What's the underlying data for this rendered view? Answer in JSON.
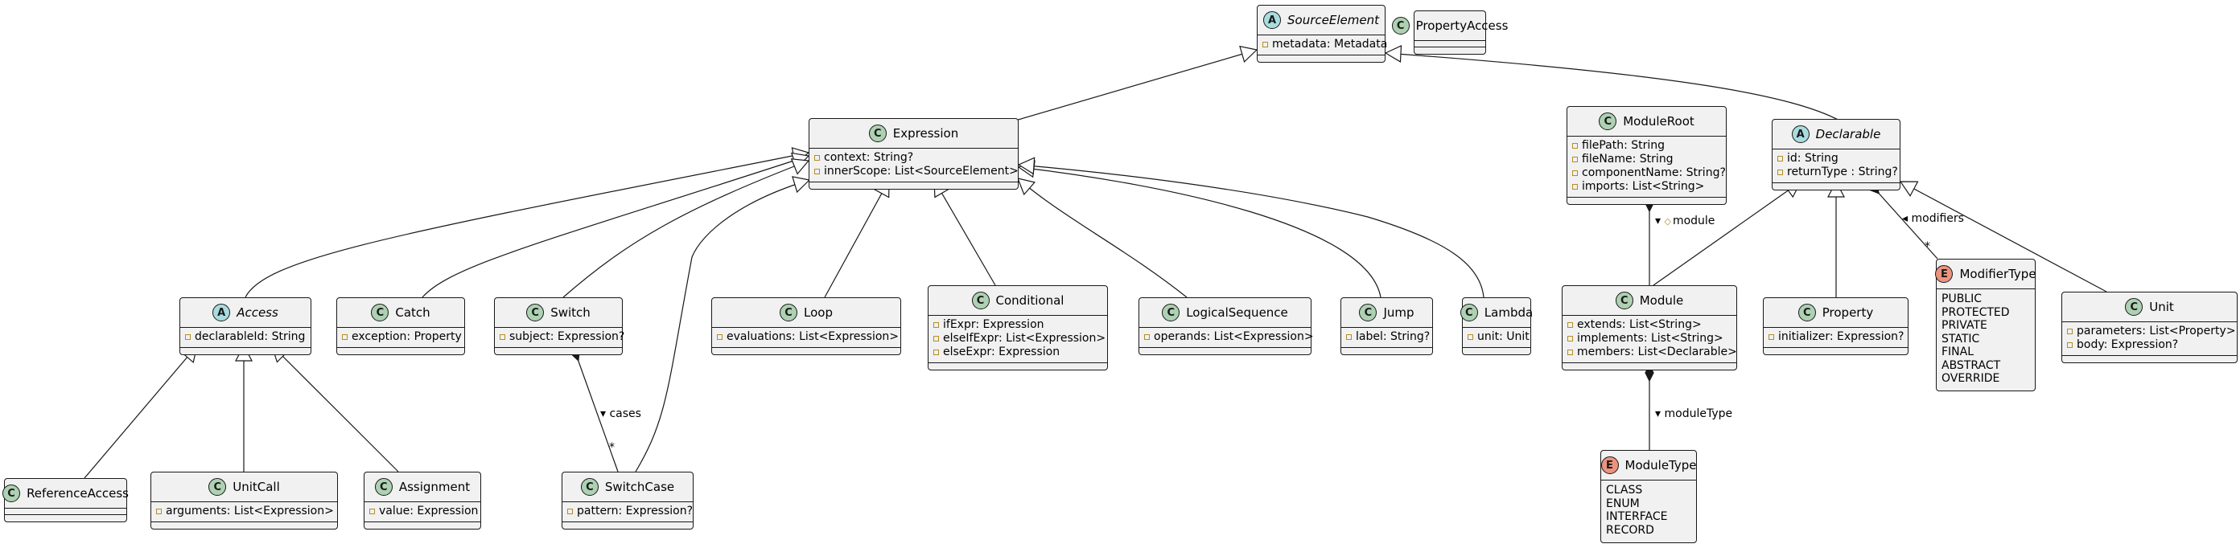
{
  "diagram": {
    "classes": [
      {
        "id": "SourceElement",
        "name": "SourceElement",
        "kind": "abstract",
        "attributes": [
          "metadata: Metadata"
        ]
      },
      {
        "id": "PropertyAccess",
        "name": "PropertyAccess",
        "kind": "class",
        "attributes": []
      },
      {
        "id": "Expression",
        "name": "Expression",
        "kind": "class",
        "attributes": [
          "context: String?",
          "innerScope: List<SourceElement>"
        ]
      },
      {
        "id": "ModuleRoot",
        "name": "ModuleRoot",
        "kind": "class",
        "attributes": [
          "filePath: String",
          "fileName: String",
          "componentName: String?",
          "imports: List<String>"
        ]
      },
      {
        "id": "Declarable",
        "name": "Declarable",
        "kind": "abstract",
        "attributes": [
          "id: String",
          "returnType : String?"
        ]
      },
      {
        "id": "Access",
        "name": "Access",
        "kind": "abstract",
        "attributes": [
          "declarableId: String"
        ]
      },
      {
        "id": "Catch",
        "name": "Catch",
        "kind": "class",
        "attributes": [
          "exception: Property"
        ]
      },
      {
        "id": "Switch",
        "name": "Switch",
        "kind": "class",
        "attributes": [
          "subject: Expression?"
        ]
      },
      {
        "id": "Loop",
        "name": "Loop",
        "kind": "class",
        "attributes": [
          "evaluations: List<Expression>"
        ]
      },
      {
        "id": "Conditional",
        "name": "Conditional",
        "kind": "class",
        "attributes": [
          "ifExpr: Expression",
          "elseIfExpr: List<Expression>",
          "elseExpr: Expression"
        ]
      },
      {
        "id": "LogicalSequence",
        "name": "LogicalSequence",
        "kind": "class",
        "attributes": [
          "operands: List<Expression>"
        ]
      },
      {
        "id": "Jump",
        "name": "Jump",
        "kind": "class",
        "attributes": [
          "label: String?"
        ]
      },
      {
        "id": "Lambda",
        "name": "Lambda",
        "kind": "class",
        "attributes": [
          "unit: Unit"
        ]
      },
      {
        "id": "Module",
        "name": "Module",
        "kind": "class",
        "attributes": [
          "extends: List<String>",
          "implements: List<String>",
          "members: List<Declarable>"
        ]
      },
      {
        "id": "Property",
        "name": "Property",
        "kind": "class",
        "attributes": [
          "initializer: Expression?"
        ]
      },
      {
        "id": "ModifierType",
        "name": "ModifierType",
        "kind": "enum",
        "values": [
          "PUBLIC",
          "PROTECTED",
          "PRIVATE",
          "STATIC",
          "FINAL",
          "ABSTRACT",
          "OVERRIDE"
        ]
      },
      {
        "id": "Unit",
        "name": "Unit",
        "kind": "class",
        "attributes": [
          "parameters: List<Property>",
          "body: Expression?"
        ]
      },
      {
        "id": "ReferenceAccess",
        "name": "ReferenceAccess",
        "kind": "class",
        "attributes": []
      },
      {
        "id": "UnitCall",
        "name": "UnitCall",
        "kind": "class",
        "attributes": [
          "arguments: List<Expression>"
        ]
      },
      {
        "id": "Assignment",
        "name": "Assignment",
        "kind": "class",
        "attributes": [
          "value: Expression"
        ]
      },
      {
        "id": "SwitchCase",
        "name": "SwitchCase",
        "kind": "class",
        "attributes": [
          "pattern: Expression?"
        ]
      },
      {
        "id": "ModuleType",
        "name": "ModuleType",
        "kind": "enum",
        "values": [
          "CLASS",
          "ENUM",
          "INTERFACE",
          "RECORD"
        ]
      }
    ],
    "relations": [
      {
        "type": "inheritance",
        "from": "Expression",
        "to": "SourceElement"
      },
      {
        "type": "inheritance",
        "from": "Declarable",
        "to": "SourceElement"
      },
      {
        "type": "inheritance",
        "from": "Access",
        "to": "Expression"
      },
      {
        "type": "inheritance",
        "from": "Catch",
        "to": "Expression"
      },
      {
        "type": "inheritance",
        "from": "Switch",
        "to": "Expression"
      },
      {
        "type": "inheritance",
        "from": "SwitchCase",
        "to": "Expression"
      },
      {
        "type": "inheritance",
        "from": "Loop",
        "to": "Expression"
      },
      {
        "type": "inheritance",
        "from": "Conditional",
        "to": "Expression"
      },
      {
        "type": "inheritance",
        "from": "LogicalSequence",
        "to": "Expression"
      },
      {
        "type": "inheritance",
        "from": "Jump",
        "to": "Expression"
      },
      {
        "type": "inheritance",
        "from": "Lambda",
        "to": "Expression"
      },
      {
        "type": "inheritance",
        "from": "Module",
        "to": "Declarable"
      },
      {
        "type": "inheritance",
        "from": "Property",
        "to": "Declarable"
      },
      {
        "type": "inheritance",
        "from": "Unit",
        "to": "Declarable"
      },
      {
        "type": "inheritance",
        "from": "ReferenceAccess",
        "to": "Access"
      },
      {
        "type": "inheritance",
        "from": "UnitCall",
        "to": "Access"
      },
      {
        "type": "inheritance",
        "from": "Assignment",
        "to": "Access"
      },
      {
        "type": "composition",
        "from": "ModuleRoot",
        "to": "Module",
        "label": "module",
        "arrow": "▾",
        "protected": true
      },
      {
        "type": "composition",
        "from": "Declarable",
        "to": "ModifierType",
        "label": "modifiers",
        "arrow": "◂",
        "multiplicity": "*"
      },
      {
        "type": "composition",
        "from": "Switch",
        "to": "SwitchCase",
        "label": "cases",
        "arrow": "▾",
        "multiplicity": "*"
      },
      {
        "type": "composition",
        "from": "Module",
        "to": "ModuleType",
        "label": "moduleType",
        "arrow": "▾"
      }
    ]
  },
  "colors": {
    "class_badge": "#add1b2",
    "abstract_badge": "#a9dcdf",
    "enum_badge": "#eb937f",
    "box_fill": "#f1f1f1",
    "protected_marker": "#b38d22",
    "line": "#181818"
  }
}
